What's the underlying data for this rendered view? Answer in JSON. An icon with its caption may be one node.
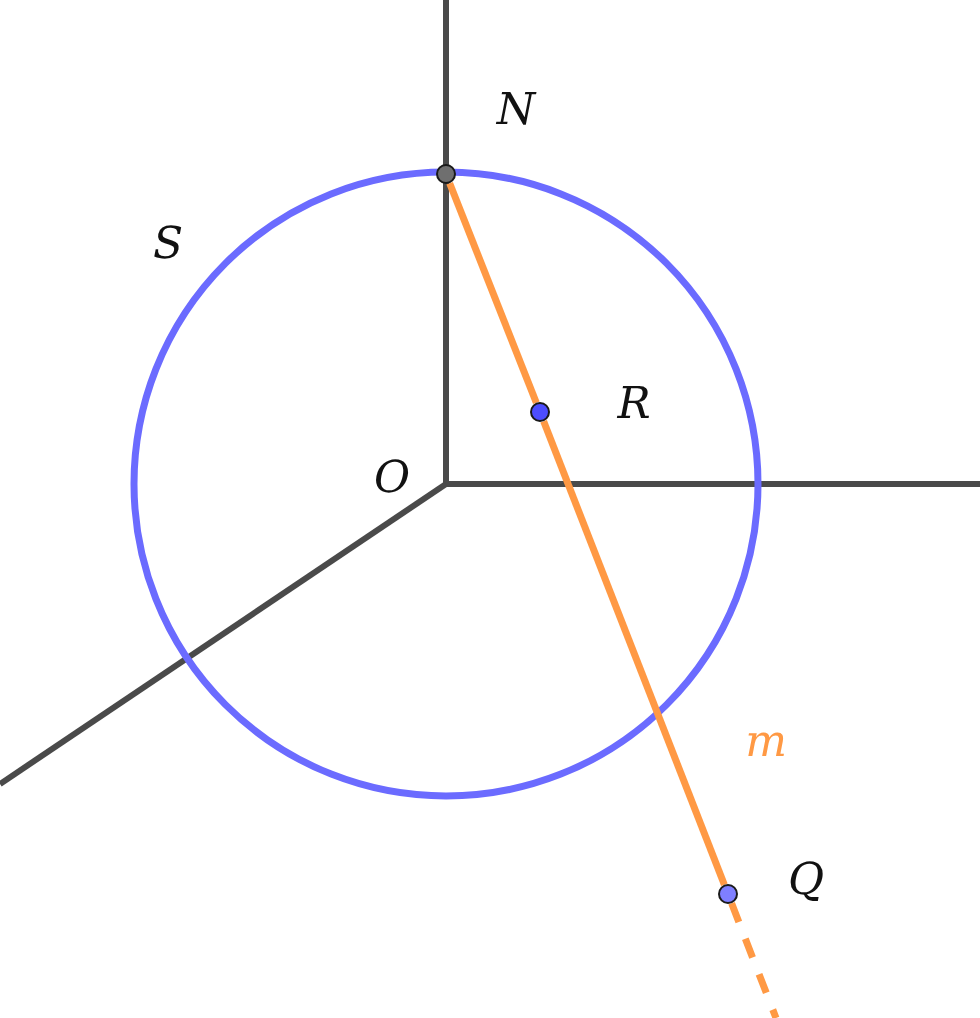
{
  "diagram": {
    "nodes": [
      {
        "text": [],
        "shape": "circle",
        "beside": [
          "N"
        ]
      },
      {
        "text": [],
        "shape": "circle",
        "beside": [
          "R"
        ]
      },
      {
        "text": [],
        "shape": "circle",
        "beside": [
          "Q"
        ]
      }
    ],
    "edges": [
      {
        "from": 0,
        "to": 1,
        "arrow": "none"
      },
      {
        "from": 1,
        "to": 2,
        "arrow": "none",
        "label": "m"
      },
      {
        "from": 2,
        "to": null,
        "arrow": "none",
        "style": "dashed"
      }
    ],
    "labels": [
      "S",
      "O"
    ]
  }
}
